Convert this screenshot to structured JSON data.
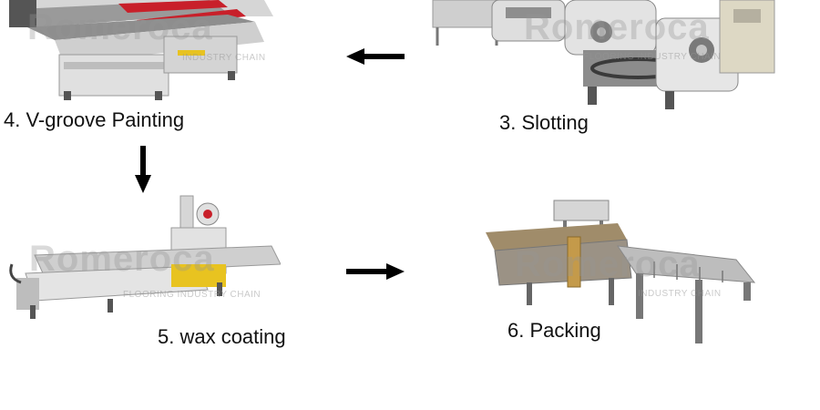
{
  "steps": [
    {
      "id": "v-groove-painting",
      "label": "4. V-groove Painting"
    },
    {
      "id": "slotting",
      "label": "3. Slotting"
    },
    {
      "id": "wax-coating",
      "label": "5. wax coating"
    },
    {
      "id": "packing",
      "label": "6. Packing"
    }
  ],
  "watermark": {
    "brand": "Romeroca",
    "chain_1": "INDUSTRY CHAIN",
    "chain_2": "FLOORING INDUSTRY CHAIN",
    "chain_3": "FLOORING INDUSTRY CHAIN",
    "chain_4": "INDUSTRY CHAIN"
  },
  "colors": {
    "arrow": "#000000",
    "machine_red": "#c8202a",
    "machine_yellow": "#e8c320",
    "machine_grey": "#b9b9b9"
  },
  "icons": {
    "arrow_left": "arrow-left-icon",
    "arrow_down": "arrow-down-icon",
    "arrow_right": "arrow-right-icon"
  }
}
